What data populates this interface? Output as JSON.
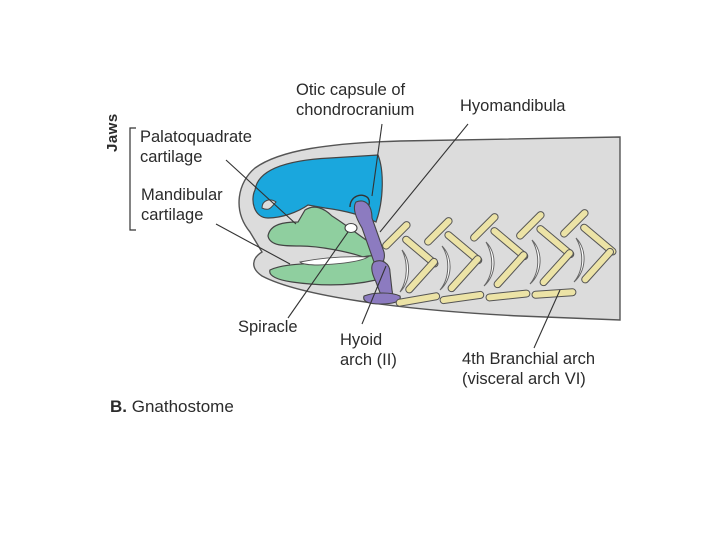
{
  "labels": {
    "otic_capsule_line1": "Otic capsule of",
    "otic_capsule_line2": "chondrocranium",
    "hyomandibula": "Hyomandibula",
    "palatoquadrate_line1": "Palatoquadrate",
    "palatoquadrate_line2": "cartilage",
    "mandibular_line1": "Mandibular",
    "mandibular_line2": "cartilage",
    "jaws": "Jaws",
    "spiracle": "Spiracle",
    "hyoid_line1": "Hyoid",
    "hyoid_line2": "arch (II)",
    "branchial_line1": "4th Branchial arch",
    "branchial_line2": "(visceral arch VI)"
  },
  "caption": {
    "letter": "B.",
    "text": "Gnathostome"
  },
  "colors": {
    "head": "#dcdcdc",
    "chondrocranium": "#1aa7dd",
    "jaw_cartilage": "#8fcf9f",
    "hyoid": "#8c7bc0",
    "branchial": "#ece3a6",
    "outline": "#555555"
  }
}
